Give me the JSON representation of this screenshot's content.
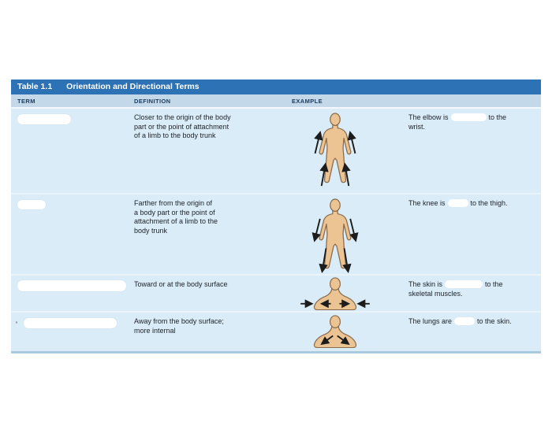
{
  "table": {
    "title": "Table 1.1",
    "subtitle": "Orientation and Directional Terms",
    "columns": {
      "term": "TERM",
      "definition": "DEFINITION",
      "example": "EXAMPLE"
    },
    "rows": [
      {
        "term_redacted": true,
        "definition": "Closer to the origin of the body\npart or the point of attachment\nof a limb to the body trunk",
        "figure": "standing-body-arrows-up-toward-trunk",
        "example_before": "The elbow is",
        "example_blank": true,
        "example_after": "to the\nwrist."
      },
      {
        "term_redacted": true,
        "definition": "Farther from the origin of\na body part or the point of\nattachment of a limb to the\nbody trunk",
        "figure": "standing-body-arrows-down-away-from-trunk",
        "example_before": "The knee is",
        "example_blank": true,
        "example_after": "to the thigh."
      },
      {
        "term_redacted": true,
        "definition": "Toward or at the body surface",
        "figure": "bust-arrows-converging-on-surface",
        "example_before": "The skin is",
        "example_blank": true,
        "example_after": "to the\nskeletal muscles."
      },
      {
        "term_redacted": true,
        "definition": "Away from the body surface;\nmore internal",
        "figure": "bust-arrows-into-body",
        "example_before": "The lungs are",
        "example_blank": true,
        "example_after": "to the skin."
      }
    ]
  },
  "colors": {
    "title_bar": "#2d72b5",
    "column_header_band": "#c3d9e9",
    "column_header_text": "#1b3a5f",
    "row_background": "#d9ecf7",
    "body_text": "#20242c",
    "table_bottom_border": "#a9cadf",
    "figure_skin": "#ecc493",
    "figure_outline": "#8a6a4a",
    "arrow": "#1c1c1c",
    "blank_box": "#ffffff"
  }
}
